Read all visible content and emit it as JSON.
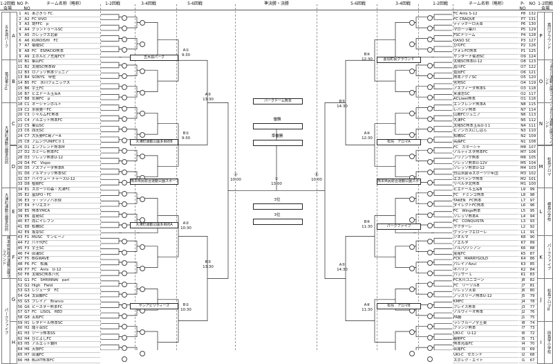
{
  "headers": {
    "left": {
      "venue": "1-2回戦\n会場",
      "no": "NO",
      "pno": "P-\nNO",
      "team": "チーム名称（略称）",
      "r12": "1-2回戦",
      "r34": "3-4回戦",
      "r56": "5-6回戦"
    },
    "center": "準決勝・決勝",
    "right": {
      "r56": "5-6回戦",
      "r34": "3-4回戦",
      "r12": "1-2回戦",
      "team": "チーム名称（略称）",
      "pno": "P-\nNO",
      "no": "NO",
      "venue": "1-2回戦\n会場"
    }
  },
  "left_venues": [
    "五木源パーク",
    "竜北東小G",
    "大津町運動公園多目的",
    "大津町運動公園多目的",
    "熊本県民総合運動公園グラウンド",
    "パークファイブ",
    "サンアピリティーズ"
  ],
  "right_venues": [
    "嘉川グラウンド",
    "くまもと運動公園グラウンド",
    "くまもと運動公園グラウンド",
    "松島アロマ",
    "横島小学校",
    "パークファイブ",
    "松島アロマB",
    "田島学小学校"
  ],
  "left_groups": [
    "A",
    "B",
    "C",
    "D",
    "E",
    "F",
    "G",
    "H"
  ],
  "right_groups": [
    "P",
    "O",
    "N",
    "M",
    "L",
    "K",
    "J",
    "I"
  ],
  "left_teams": [
    [
      "1",
      "A1",
      "あさぎり FC"
    ],
    [
      "2",
      "A2",
      "FC ViVO"
    ],
    [
      "3",
      "A3",
      "堤FFC　p"
    ],
    [
      "4",
      "A4",
      "グラントゥールSC"
    ],
    [
      "5",
      "A5",
      "ガレックス北部"
    ],
    [
      "6",
      "A6",
      "KUROISHI　FC"
    ],
    [
      "7",
      "A7",
      "菊陽SC"
    ],
    [
      "8",
      "A8",
      "FC　ESPACIO熊本"
    ],
    [
      "9",
      "A9",
      "エボルビア荒尾FCY"
    ],
    [
      "10",
      "B1",
      "築山FC"
    ],
    [
      "11",
      "B2",
      "太陽SC熊本W"
    ],
    [
      "12",
      "B3",
      "ロアッソ熊本ジュニア"
    ],
    [
      "13",
      "B4",
      "SONYS　甲佐"
    ],
    [
      "14",
      "B5",
      "FC　水川フェニックス"
    ],
    [
      "15",
      "B6",
      "宇土FC"
    ],
    [
      "16",
      "B7",
      "ビエドール玉名A"
    ],
    [
      "17",
      "B8",
      "気候FC　p"
    ],
    [
      "18",
      "C1",
      "オーシャンボルト"
    ],
    [
      "19",
      "C2",
      "水俣第一FC"
    ],
    [
      "20",
      "C3",
      "シャルムFC熊本"
    ],
    [
      "21",
      "C4",
      "アルエット熊本FC"
    ],
    [
      "22",
      "C5",
      "葉山SC"
    ],
    [
      "23",
      "C6",
      "西光SC"
    ],
    [
      "24",
      "C7",
      "大矢野FC島アーA"
    ],
    [
      "25",
      "C8",
      "アムンクUNIFC０１"
    ],
    [
      "26",
      "D1",
      "エンブレンド熊本M"
    ],
    [
      "27",
      "D2",
      "カミーレ熊本FC"
    ],
    [
      "28",
      "D3",
      "ソレッソ熊本U-12"
    ],
    [
      "29",
      "D4",
      "FC　Vispo"
    ],
    [
      "30",
      "D5",
      "アスフィーダ熊本R"
    ],
    [
      "31",
      "D6",
      "アルマラッソ熊本SC"
    ],
    [
      "32",
      "D7",
      "ハイヴュー チャーズU-12"
    ],
    [
      "33",
      "D8",
      "植樹FC"
    ],
    [
      "34",
      "E1",
      "スポーツの森・大津FC"
    ],
    [
      "35",
      "E2",
      "嵐SPO・FC"
    ],
    [
      "36",
      "E3",
      "ラ・ラソノハ水俣"
    ],
    [
      "37",
      "E4",
      "チリエスト"
    ],
    [
      "38",
      "E5",
      "熊本YMCA"
    ],
    [
      "39",
      "E6",
      "嘉島SC"
    ],
    [
      "40",
      "E7",
      "尚にイレブン"
    ],
    [
      "41",
      "E8",
      "松橋SC"
    ],
    [
      "42",
      "E9",
      "坂芽SC"
    ],
    [
      "43",
      "F1",
      "MUSC　サンビーノ"
    ],
    [
      "44",
      "F2",
      "八千代FC"
    ],
    [
      "45",
      "F3",
      "宇土SC"
    ],
    [
      "46",
      "F4",
      "田浦SC"
    ],
    [
      "47",
      "F5",
      "BIGWAVE"
    ],
    [
      "48",
      "F6",
      "FC　松風"
    ],
    [
      "49",
      "F7",
      "FC　Ants　U-12"
    ],
    [
      "50",
      "F8",
      "太陽SC熊本八代"
    ],
    [
      "51",
      "G1",
      "FC　SHRINNAI　parl"
    ],
    [
      "52",
      "G2",
      "High　Field"
    ],
    [
      "53",
      "G3",
      "レジェーダ　FC"
    ],
    [
      "54",
      "G4",
      "太田郷FC"
    ],
    [
      "55",
      "G5",
      "ブレイア　Branco"
    ],
    [
      "56",
      "G6",
      "ピースター熊本FC"
    ],
    [
      "57",
      "G7",
      "FC　LISOL　RED"
    ],
    [
      "58",
      "G8",
      "五和FC"
    ],
    [
      "59",
      "H1",
      "レタドール熊本SC"
    ],
    [
      "60",
      "H2",
      "龍ヶ岳SC"
    ],
    [
      "61",
      "H3",
      "ジーラ熊本SS"
    ],
    [
      "62",
      "H4",
      "ひとよしFC"
    ],
    [
      "63",
      "H5",
      "アルエット鏡H"
    ],
    [
      "64",
      "H6",
      "天照FC"
    ],
    [
      "65",
      "H7",
      "田浦FC"
    ],
    [
      "66",
      "H8",
      "BLIXT熊本FC"
    ]
  ],
  "right_teams": [
    [
      "FC Ants S-12",
      "P8",
      "132"
    ],
    [
      "FC CRAQUE",
      "P7",
      "131"
    ],
    [
      "ディラホーロ天草",
      "P6",
      "130"
    ],
    [
      "マロ一ラ葉川",
      "P5",
      "129"
    ],
    [
      "FSCドリーム",
      "P4",
      "128"
    ],
    [
      "OASO SC",
      "P3",
      "127"
    ],
    [
      "ひのFC",
      "P2",
      "126"
    ],
    [
      "フォレFC熊本",
      "P1",
      "125"
    ],
    [
      "サンターナ菊池SC",
      "O9",
      "124"
    ],
    [
      "太陽SC熊本U-12",
      "O8",
      "123"
    ],
    [
      "嘉川FC",
      "O7",
      "122"
    ],
    [
      "嘉田FC",
      "O6",
      "121"
    ],
    [
      "熊本アクアSC",
      "O5",
      "120"
    ],
    [
      "宮地SC",
      "O4",
      "119"
    ],
    [
      "アスフィーダ熊本S",
      "O3",
      "118"
    ],
    [
      "来渡志SC",
      "O2",
      "117"
    ],
    [
      "ACLiwei熊本",
      "O1",
      "116"
    ],
    [
      "エンブレンド熊本A",
      "N8",
      "115"
    ],
    [
      "レバンテ熊本",
      "N7",
      "114"
    ],
    [
      "山鹿FCジュニア",
      "N6",
      "113"
    ],
    [
      "大津FC",
      "N5",
      "112"
    ],
    [
      "太陽SC熊本玉名U-1１",
      "N4",
      "111"
    ],
    [
      "ビアンカスにしはら",
      "N3",
      "110"
    ],
    [
      "松橋SC",
      "N2",
      "109"
    ],
    [
      "高森FC",
      "N1",
      "108"
    ],
    [
      "FC　ガネーシャ",
      "M8",
      "107"
    ],
    [
      "アルティスタ熊本FC",
      "M7",
      "106"
    ],
    [
      "アリアンサ熊本",
      "M6",
      "105"
    ],
    [
      "ソレッソ熊本U-12V",
      "M5",
      "104"
    ],
    [
      "ソレッソ熊本U-12",
      "M4",
      "103"
    ],
    [
      "白山水前寺スポーツ少年団",
      "M3",
      "102"
    ],
    [
      "エスペランサ熊本",
      "M2",
      "101"
    ],
    [
      "リベルタ北熊本",
      "M1",
      "100"
    ],
    [
      "ビエドール玉名B",
      "L9",
      "99"
    ],
    [
      "FC　ドミンゴ熊本",
      "L8",
      "98"
    ],
    [
      "TAKEN　FC熊本",
      "L7",
      "97"
    ],
    [
      "ダイレクトFC熊本",
      "L6",
      "96"
    ],
    [
      "FC　Wings熊本",
      "L5",
      "95"
    ],
    [
      "ソレッソ熊本A",
      "L4",
      "94"
    ],
    [
      "FC　CONQUISTA",
      "L3",
      "93"
    ],
    [
      "サクターレ",
      "L2",
      "92"
    ],
    [
      "グランデフエローレ",
      "L1",
      "91"
    ],
    [
      "ジオルマ",
      "K8",
      "90"
    ],
    [
      "アエルタ",
      "K7",
      "89"
    ],
    [
      "アルバ/ソシアン",
      "K6",
      "88"
    ],
    [
      "尾尾FC",
      "K5",
      "87"
    ],
    [
      "FCK　MARRYGOLD",
      "K4",
      "86"
    ],
    [
      "パレイアAzul",
      "K3",
      "85"
    ],
    [
      "ネハリン",
      "K2",
      "84"
    ],
    [
      "パッサー L",
      "K1",
      "83"
    ],
    [
      "FC水川ユニコーン",
      "J8",
      "82"
    ],
    [
      "FC　リーソルB",
      "J7",
      "81"
    ],
    [
      "ソレッソ天草",
      "J6",
      "80"
    ],
    [
      "アッズリーノ熊本U-12",
      "J5",
      "79"
    ],
    [
      "KMFC",
      "J4",
      "78"
    ],
    [
      "プレイズ熊本",
      "J3",
      "77"
    ],
    [
      "アルウィーオ熊本",
      "J2",
      "76"
    ],
    [
      "FA藤",
      "J1",
      "75"
    ],
    [
      "ラシブルーノ宇土東",
      "I8",
      "74"
    ],
    [
      "ブランジ熊本",
      "I7",
      "73"
    ],
    [
      "UKI-C　U-12",
      "I6",
      "72"
    ],
    [
      "藤野FC",
      "I5",
      "71"
    ],
    [
      "熊本光南FC",
      "I4",
      "70"
    ],
    [
      "合尾FC",
      "I3",
      "69"
    ],
    [
      "UKI-C　セカンド",
      "I2",
      "68"
    ],
    [
      "スポレク・エイト",
      "I1",
      "67"
    ]
  ],
  "left_r34_boxes": [
    "五木源パーク",
    "大津町運動公園多目的B",
    "熊本県民総合運動公園スポーツ広場",
    "大津町運動公園多目的A",
    "サンアピリティーズ"
  ],
  "right_r34_boxes": [
    "嘉島町民グラウンド",
    "松島　アロマA",
    "熊本県民総合運動公園スポーツ広場",
    "パークファイブ",
    "松島　アロマB"
  ],
  "center": {
    "venue": "パークドーム熊本",
    "final_label": "優勝",
    "runnerup_label": "準優勝",
    "third1_label": "3位",
    "third2_label": "3位",
    "semi_left": "Ⓐ\n10:00",
    "final_time": "①\n13:00",
    "semi_right": "Ⓑ\n10:00"
  },
  "left_times": [
    "A①\n9:30",
    "B①\n9:30",
    "A③\n13:30",
    "A②\n10:30",
    "B③\n13:30",
    "B②\n10:30"
  ],
  "right_times": [
    "B④\n12:30",
    "A④\n12:30",
    "B⑤\n14:30",
    "B⑥\n11:30",
    "A⑤\n14:30",
    "A⑥\n11:30"
  ]
}
